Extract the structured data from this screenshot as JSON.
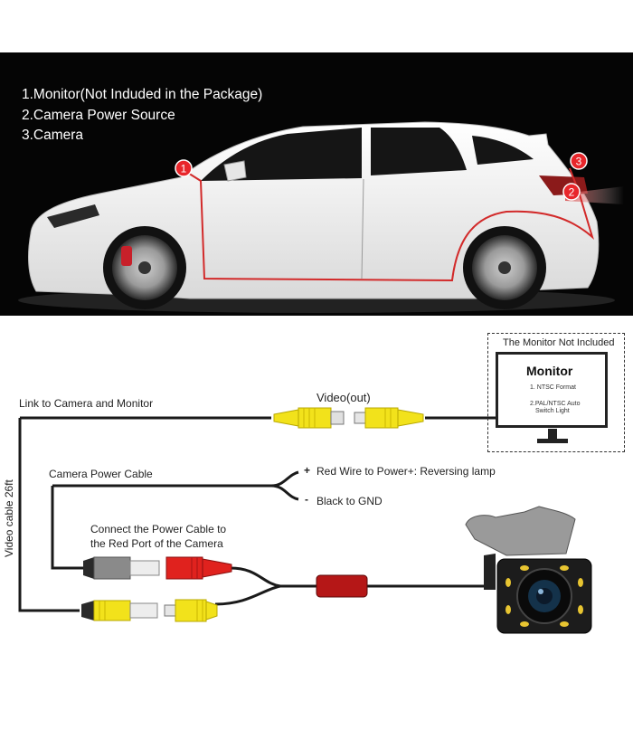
{
  "legend": {
    "item1": "1.Monitor(Not Induded in the Package)",
    "item2": "2.Camera Power Source",
    "item3": "3.Camera"
  },
  "markers": {
    "m1": "1",
    "m2": "2",
    "m3": "3"
  },
  "monitor": {
    "header": "The Monitor Not Included",
    "title": "Monitor",
    "spec1": "1. NTSC Format",
    "spec2a": "2.PAL/NTSC Auto",
    "spec2b": "Switch Light"
  },
  "labels": {
    "link": "Link to Camera and Monitor",
    "video": "Video(out)",
    "power_cable": "Camera Power Cable",
    "red_wire": "Red Wire to Power+: Reversing lamp",
    "black": "Black to GND",
    "plus": "+",
    "minus": "-",
    "connect1": "Connect the Power Cable to",
    "connect2": "the Red Port of the Camera",
    "video_cable": "Video cable 26ft"
  },
  "colors": {
    "banner_bg": "#050505",
    "marker_red": "#e8262b",
    "rca_yellow": "#f2e21b",
    "rca_red": "#e0221e",
    "plug_gray": "#8a8a8a",
    "wire": "#1a1a1a"
  }
}
